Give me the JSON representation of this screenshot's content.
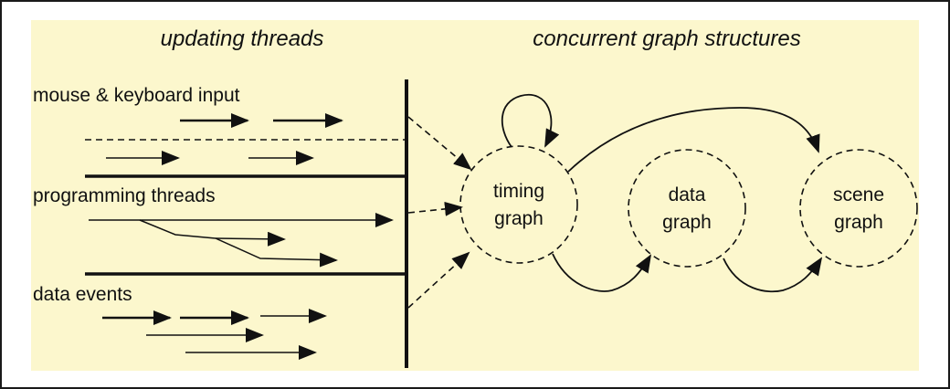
{
  "headers": {
    "left": "updating threads",
    "right": "concurrent graph structures"
  },
  "thread_labels": {
    "input": "mouse & keyboard input",
    "programming": "programming threads",
    "data": "data events"
  },
  "nodes": {
    "timing": {
      "line1": "timing",
      "line2": "graph"
    },
    "data": {
      "line1": "data",
      "line2": "graph"
    },
    "scene": {
      "line1": "scene",
      "line2": "graph"
    }
  },
  "colors": {
    "background": "#fcf7cd",
    "ink": "#111111",
    "frame": "#1a1a1a"
  }
}
